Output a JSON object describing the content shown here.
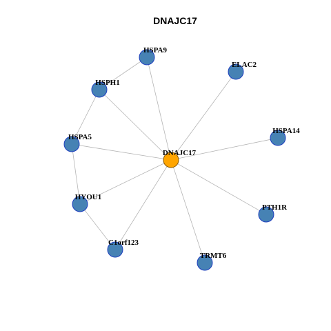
{
  "title": "DNAJC17",
  "colors": {
    "hub_fill": "#FFA500",
    "hub_stroke": "#8B5A00",
    "node_fill": "#4682B4",
    "node_stroke": "#1F3FBF",
    "edge": "#B4B4B4"
  },
  "nodes": [
    {
      "id": "DNAJC17",
      "label": "DNAJC17",
      "role": "hub"
    },
    {
      "id": "HSPA9",
      "label": "HSPA9",
      "role": "neighbor"
    },
    {
      "id": "ELAC2",
      "label": "ELAC2",
      "role": "neighbor"
    },
    {
      "id": "HSPH1",
      "label": "HSPH1",
      "role": "neighbor"
    },
    {
      "id": "HSPA14",
      "label": "HSPA14",
      "role": "neighbor"
    },
    {
      "id": "HSPA5",
      "label": "HSPA5",
      "role": "neighbor"
    },
    {
      "id": "HYOU1",
      "label": "HYOU1",
      "role": "neighbor"
    },
    {
      "id": "PTH1R",
      "label": "PTH1R",
      "role": "neighbor"
    },
    {
      "id": "C1orf123",
      "label": "C1orf123",
      "role": "neighbor"
    },
    {
      "id": "TRMT6",
      "label": "TRMT6",
      "role": "neighbor"
    }
  ],
  "edges": [
    [
      "DNAJC17",
      "HSPA9"
    ],
    [
      "DNAJC17",
      "ELAC2"
    ],
    [
      "DNAJC17",
      "HSPH1"
    ],
    [
      "DNAJC17",
      "HSPA14"
    ],
    [
      "DNAJC17",
      "HSPA5"
    ],
    [
      "DNAJC17",
      "HYOU1"
    ],
    [
      "DNAJC17",
      "PTH1R"
    ],
    [
      "DNAJC17",
      "C1orf123"
    ],
    [
      "DNAJC17",
      "TRMT6"
    ],
    [
      "HSPA9",
      "HSPH1"
    ],
    [
      "HSPH1",
      "HSPA5"
    ],
    [
      "HSPA5",
      "HYOU1"
    ],
    [
      "HYOU1",
      "C1orf123"
    ]
  ]
}
